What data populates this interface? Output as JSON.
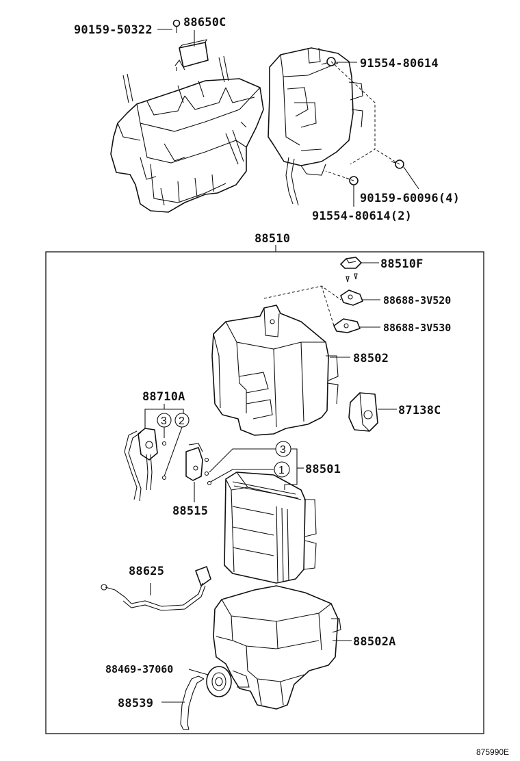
{
  "labels": {
    "p90159_50322": "90159-50322",
    "p88650C": "88650C",
    "p91554_80614": "91554-80614",
    "p90159_60096": "90159-60096(4)",
    "p91554_80614_2": "91554-80614(2)",
    "p88510": "88510",
    "p88510F": "88510F",
    "p88688_3V520": "88688-3V520",
    "p88688_3V530": "88688-3V530",
    "p88502": "88502",
    "p88710A": "88710A",
    "p87138C": "87138C",
    "p88501": "88501",
    "p88515": "88515",
    "p88625": "88625",
    "p88502A": "88502A",
    "p88469_37060": "88469-37060",
    "p88539": "88539"
  },
  "callouts": {
    "c3a": "3",
    "c2": "2",
    "c3b": "3",
    "c1": "1"
  },
  "footer_code": "875990E"
}
